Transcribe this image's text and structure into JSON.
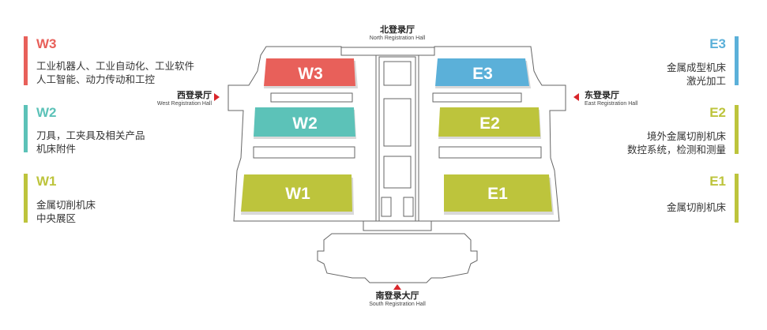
{
  "colors": {
    "w3": "#e8605a",
    "w2": "#5cc2b8",
    "w1": "#bdc43c",
    "e3": "#5bb0d9",
    "e2": "#bdc43c",
    "e1": "#bdc43c",
    "arrow": "#d9262b",
    "outline": "#666666"
  },
  "zones": {
    "w3": {
      "code": "W3",
      "lines": [
        "工业机器人、工业自动化、工业软件",
        "人工智能、动力传动和工控"
      ]
    },
    "w2": {
      "code": "W2",
      "lines": [
        "刀具，工夹具及相关产品",
        "机床附件"
      ]
    },
    "w1": {
      "code": "W1",
      "lines": [
        "金属切削机床",
        "中央展区"
      ]
    },
    "e3": {
      "code": "E3",
      "lines": [
        "金属成型机床",
        "激光加工"
      ]
    },
    "e2": {
      "code": "E2",
      "lines": [
        "境外金属切削机床",
        "数控系统，检测和测量"
      ]
    },
    "e1": {
      "code": "E1",
      "lines": [
        "金属切削机床"
      ]
    }
  },
  "halls": {
    "north": {
      "cn": "北登录厅",
      "en": "North Registration Hall"
    },
    "west": {
      "cn": "西登录厅",
      "en": "West Registration Hall"
    },
    "east": {
      "cn": "东登录厅",
      "en": "East Registration Hall"
    },
    "south": {
      "cn": "南登录大厅",
      "en": "South Registration Hall"
    }
  },
  "map_labels": {
    "w3": "W3",
    "w2": "W2",
    "w1": "W1",
    "e3": "E3",
    "e2": "E2",
    "e1": "E1"
  }
}
